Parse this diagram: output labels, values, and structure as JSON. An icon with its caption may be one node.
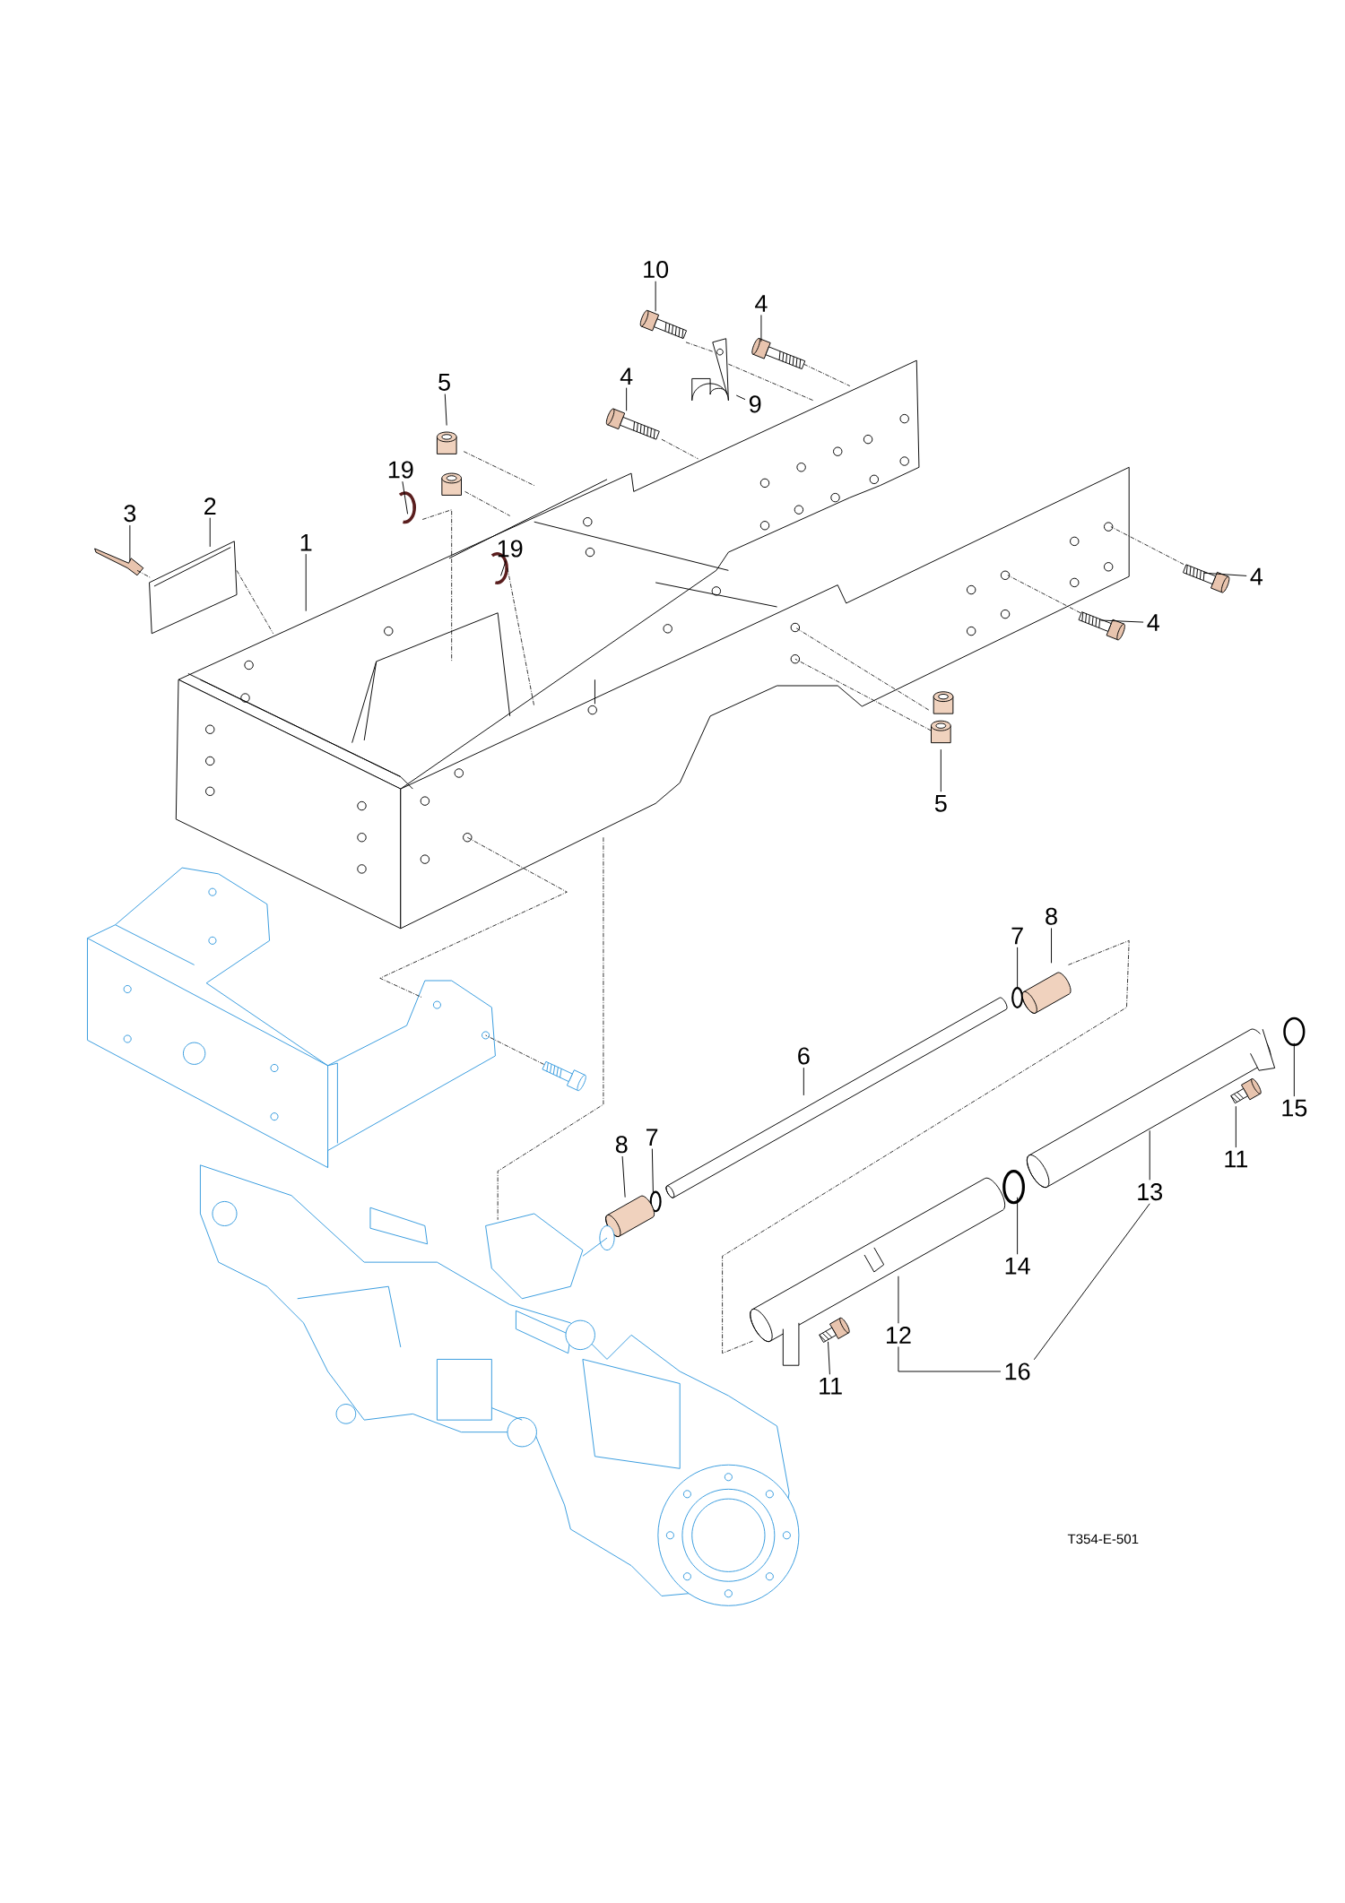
{
  "diagram": {
    "nodes": [
      {
        "text": [
          "1"
        ]
      },
      {
        "text": [
          "2"
        ]
      },
      {
        "text": [
          "3"
        ]
      },
      {
        "text": [
          "4"
        ]
      },
      {
        "text": [
          "4"
        ]
      },
      {
        "text": [
          "4"
        ]
      },
      {
        "text": [
          "4"
        ]
      },
      {
        "text": [
          "5"
        ]
      },
      {
        "text": [
          "5"
        ]
      },
      {
        "text": [
          "6"
        ]
      },
      {
        "text": [
          "7"
        ]
      },
      {
        "text": [
          "7"
        ]
      },
      {
        "text": [
          "8"
        ]
      },
      {
        "text": [
          "8"
        ]
      },
      {
        "text": [
          "9"
        ]
      },
      {
        "text": [
          "10"
        ]
      },
      {
        "text": [
          "11"
        ]
      },
      {
        "text": [
          "11"
        ]
      },
      {
        "text": [
          "12"
        ]
      },
      {
        "text": [
          "13"
        ]
      },
      {
        "text": [
          "14"
        ]
      },
      {
        "text": [
          "15"
        ]
      },
      {
        "text": [
          "16"
        ]
      },
      {
        "text": [
          "19"
        ]
      },
      {
        "text": [
          "19"
        ]
      },
      {
        "text": [],
        "shape": "picture"
      },
      {
        "text": [],
        "shape": "picture"
      },
      {
        "text": [],
        "shape": "picture"
      },
      {
        "text": [],
        "shape": "picture"
      },
      {
        "text": [],
        "shape": "picture"
      },
      {
        "text": [],
        "shape": "picture"
      },
      {
        "text": [],
        "shape": "picture"
      },
      {
        "text": [],
        "shape": "cylinder"
      },
      {
        "text": [],
        "shape": "cylinder"
      },
      {
        "text": [],
        "shape": "picture"
      },
      {
        "text": [],
        "shape": "circle"
      },
      {
        "text": [],
        "shape": "circle"
      },
      {
        "text": [],
        "shape": "cylinder"
      },
      {
        "text": [],
        "shape": "cylinder"
      },
      {
        "text": [],
        "shape": "picture"
      },
      {
        "text": [],
        "shape": "picture"
      },
      {
        "text": [],
        "shape": "picture"
      },
      {
        "text": [],
        "shape": "picture"
      },
      {
        "text": [],
        "shape": "picture"
      },
      {
        "text": [],
        "shape": "picture"
      },
      {
        "text": [],
        "shape": "circle"
      },
      {
        "text": [],
        "shape": "circle"
      },
      {
        "text": [],
        "shape": "picture"
      },
      {
        "text": [],
        "shape": "picture"
      },
      {
        "text": [],
        "shape": "cylinder"
      },
      {
        "text": [],
        "shape": "cylinder"
      },
      {
        "text": [],
        "shape": "picture"
      },
      {
        "text": [],
        "shape": "picture"
      },
      {
        "text": [],
        "shape": "picture"
      }
    ],
    "edges": [
      {
        "from": 0,
        "to": 25,
        "arrow": "none"
      },
      {
        "from": 1,
        "to": 26,
        "arrow": "none"
      },
      {
        "from": 2,
        "to": 27,
        "arrow": "none"
      },
      {
        "from": 3,
        "to": 28,
        "arrow": "none"
      },
      {
        "from": 4,
        "to": 29,
        "arrow": "none"
      },
      {
        "from": 5,
        "to": 30,
        "arrow": "none"
      },
      {
        "from": 6,
        "to": 31,
        "arrow": "none"
      },
      {
        "from": 7,
        "to": 32,
        "arrow": "none"
      },
      {
        "from": 8,
        "to": 33,
        "arrow": "none"
      },
      {
        "from": 9,
        "to": 34,
        "arrow": "none"
      },
      {
        "from": 10,
        "to": 35,
        "arrow": "none"
      },
      {
        "from": 11,
        "to": 36,
        "arrow": "none"
      },
      {
        "from": 12,
        "to": 37,
        "arrow": "none"
      },
      {
        "from": 13,
        "to": 38,
        "arrow": "none"
      },
      {
        "from": 14,
        "to": 39,
        "arrow": "none"
      },
      {
        "from": 15,
        "to": 40,
        "arrow": "none"
      },
      {
        "from": 16,
        "to": 41,
        "arrow": "none"
      },
      {
        "from": 17,
        "to": 42,
        "arrow": "none"
      },
      {
        "from": 18,
        "to": 43,
        "arrow": "none"
      },
      {
        "from": 19,
        "to": 44,
        "arrow": "none"
      },
      {
        "from": 20,
        "to": 45,
        "arrow": "none"
      },
      {
        "from": 21,
        "to": 46,
        "arrow": "none"
      },
      {
        "from": 22,
        "to": 18,
        "arrow": "none"
      },
      {
        "from": 22,
        "to": 19,
        "arrow": "none"
      },
      {
        "from": 23,
        "to": 47,
        "arrow": "none"
      },
      {
        "from": 24,
        "to": 48,
        "arrow": "none"
      },
      {
        "from": 26,
        "to": 25,
        "arrow": "none",
        "style": "dashed"
      },
      {
        "from": 27,
        "to": 26,
        "arrow": "none",
        "style": "dashed"
      },
      {
        "from": 28,
        "to": 25,
        "arrow": "none",
        "style": "dashed"
      },
      {
        "from": 29,
        "to": 25,
        "arrow": "none",
        "style": "dashed"
      },
      {
        "from": 32,
        "to": 25,
        "arrow": "none",
        "style": "dashed"
      },
      {
        "from": 49,
        "to": 25,
        "arrow": "none",
        "style": "dashed"
      },
      {
        "from": 30,
        "to": 25,
        "arrow": "none",
        "style": "dashed"
      },
      {
        "from": 31,
        "to": 25,
        "arrow": "none",
        "style": "dashed"
      },
      {
        "from": 50,
        "to": 25,
        "arrow": "none",
        "style": "dashed"
      },
      {
        "from": 33,
        "to": 25,
        "arrow": "none",
        "style": "dashed"
      },
      {
        "from": 47,
        "to": 25,
        "arrow": "none",
        "style": "dashed"
      },
      {
        "from": 48,
        "to": 25,
        "arrow": "none",
        "style": "dashed"
      },
      {
        "from": 40,
        "to": 39,
        "arrow": "none",
        "style": "dashed"
      },
      {
        "from": 39,
        "to": 25,
        "arrow": "none",
        "style": "dashed"
      },
      {
        "from": 25,
        "to": 51,
        "arrow": "none",
        "style": "dashed"
      },
      {
        "from": 53,
        "to": 51,
        "arrow": "none",
        "style": "dashed"
      },
      {
        "from": 25,
        "to": 52,
        "arrow": "none",
        "style": "dashed"
      },
      {
        "from": 37,
        "to": 43,
        "arrow": "none",
        "style": "dashed"
      }
    ],
    "labels": [
      "T354-E-501"
    ]
  }
}
